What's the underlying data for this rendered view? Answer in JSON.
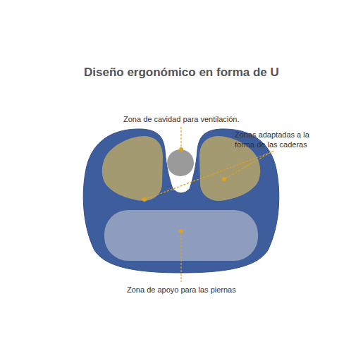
{
  "diagram": {
    "title": "Diseño ergonómico en forma de U",
    "labels": [
      "Zona de cavidad para ventilación.",
      "Zonas adaptadas a la forma de las caderas",
      "Zona de apoyo para las piernas"
    ]
  }
}
